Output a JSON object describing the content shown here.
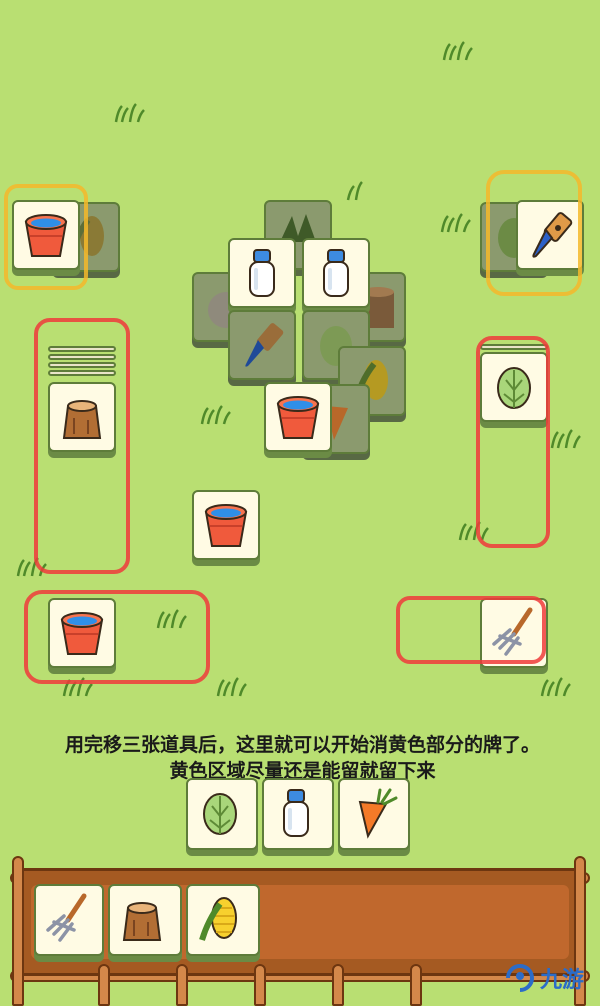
{
  "caption": {
    "line1": "用完移三张道具后，这里就可以开始消黄色部分的牌了。",
    "line2": "黄色区域尽量还是能留就留下来"
  },
  "watermark": {
    "text": "九游"
  },
  "colors": {
    "background": "#b9df72",
    "tile_face": "#fffbe4",
    "highlight_red": "#ee3b3b",
    "highlight_yellow": "#f5b82a",
    "tray": "#c0682d"
  },
  "tiles": {
    "top_left": "water-bucket",
    "top_right": "brush",
    "left_stack": "tree-stump",
    "right_stack": "cabbage",
    "center_bucket": "water-bucket",
    "bottom_left": "water-bucket",
    "bottom_right": "pitchfork",
    "pile": [
      "plant",
      "milk-bottle",
      "milk-bottle",
      "hay-bale",
      "stump",
      "brush",
      "cabbage",
      "corn",
      "water-bucket",
      "carrot"
    ],
    "hand": [
      "cabbage",
      "milk-bottle",
      "carrot"
    ],
    "tray_slots": [
      "pitchfork",
      "tree-stump",
      "corn"
    ]
  },
  "tray": {
    "capacity": 7,
    "filled": 3
  }
}
